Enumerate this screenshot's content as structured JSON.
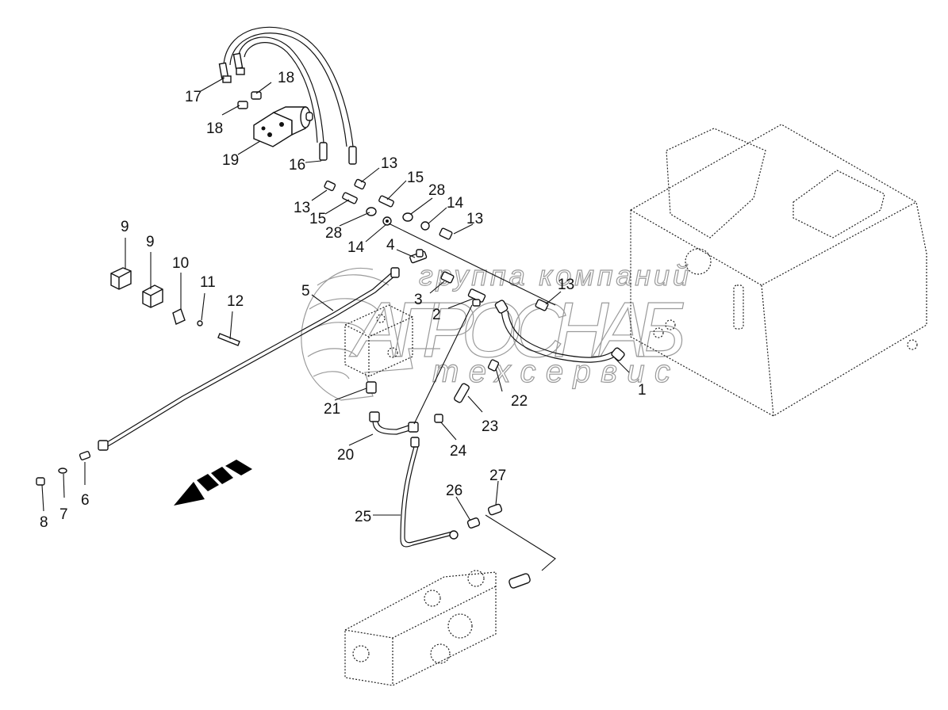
{
  "diagram": {
    "title": "Hydraulic system parts exploded view",
    "watermark": {
      "line1": "группа компаний",
      "line2": "АГРОСНАБ",
      "line3": "техсервис",
      "color": "#9a9a9a"
    },
    "direction_arrow": "travel-direction-arrow",
    "callouts": [
      {
        "id": "c1",
        "label": "1"
      },
      {
        "id": "c2",
        "label": "2"
      },
      {
        "id": "c3",
        "label": "3"
      },
      {
        "id": "c4",
        "label": "4"
      },
      {
        "id": "c5",
        "label": "5"
      },
      {
        "id": "c6",
        "label": "6"
      },
      {
        "id": "c7",
        "label": "7"
      },
      {
        "id": "c8",
        "label": "8"
      },
      {
        "id": "c9a",
        "label": "9"
      },
      {
        "id": "c9b",
        "label": "9"
      },
      {
        "id": "c10",
        "label": "10"
      },
      {
        "id": "c11",
        "label": "11"
      },
      {
        "id": "c12",
        "label": "12"
      },
      {
        "id": "c13a",
        "label": "13"
      },
      {
        "id": "c13b",
        "label": "13"
      },
      {
        "id": "c13c",
        "label": "13"
      },
      {
        "id": "c13d",
        "label": "13"
      },
      {
        "id": "c14a",
        "label": "14"
      },
      {
        "id": "c14b",
        "label": "14"
      },
      {
        "id": "c15a",
        "label": "15"
      },
      {
        "id": "c15b",
        "label": "15"
      },
      {
        "id": "c16",
        "label": "16"
      },
      {
        "id": "c17",
        "label": "17"
      },
      {
        "id": "c18a",
        "label": "18"
      },
      {
        "id": "c18b",
        "label": "18"
      },
      {
        "id": "c19",
        "label": "19"
      },
      {
        "id": "c20",
        "label": "20"
      },
      {
        "id": "c21",
        "label": "21"
      },
      {
        "id": "c22",
        "label": "22"
      },
      {
        "id": "c23",
        "label": "23"
      },
      {
        "id": "c24",
        "label": "24"
      },
      {
        "id": "c25",
        "label": "25"
      },
      {
        "id": "c26",
        "label": "26"
      },
      {
        "id": "c27",
        "label": "27"
      },
      {
        "id": "c28a",
        "label": "28"
      },
      {
        "id": "c28b",
        "label": "28"
      }
    ]
  }
}
